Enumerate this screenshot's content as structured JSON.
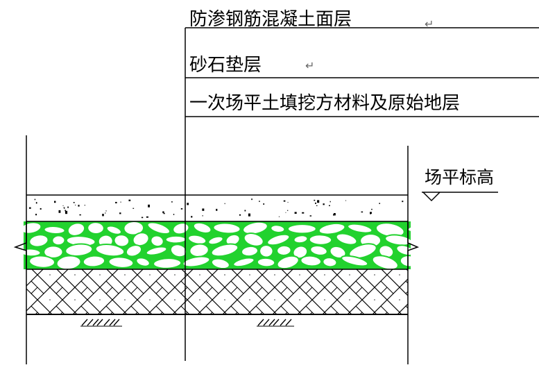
{
  "diagram": {
    "labels": {
      "layer_1": "防渗钢筋混凝土面层",
      "layer_2": "砂石垫层",
      "layer_3": "一次场平土填挖方材料及原始地层",
      "grade_marker": "场平标高"
    },
    "return_mark": "↵",
    "colors": {
      "line": "#000000",
      "gravel": "#22d22e",
      "gravel_fill": "#ffffff",
      "background": "#ffffff"
    }
  }
}
